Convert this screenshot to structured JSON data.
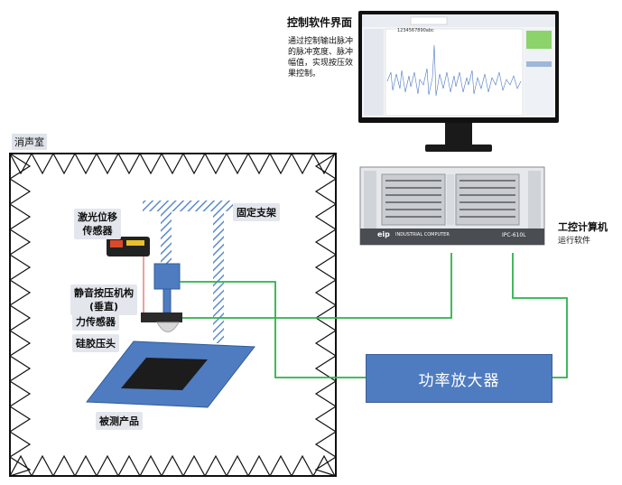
{
  "chamber": {
    "label": "消声室"
  },
  "software": {
    "title": "控制软件界面",
    "description": "通过控制输出脉冲的脉冲宽度、脉冲幅值，实现按压效果控制。",
    "toolbar_text": "1234567890abc",
    "colors": {
      "screen_bg": "#f4f6f8",
      "plot_line": "#4a78c4",
      "green_panel": "#8bd36a"
    }
  },
  "computer": {
    "brand": "eip",
    "model_text": "INDUSTRIAL COMPUTER",
    "model_id": "IPC-610L",
    "title": "工控计算机",
    "subtitle": "运行软件"
  },
  "components": {
    "laser_sensor": [
      "激光位移",
      "传感器"
    ],
    "bracket": "固定支架",
    "press_mechanism": [
      "静音按压机构",
      "(垂直)"
    ],
    "force_sensor": "力传感器",
    "silicone_head": "硅胶压头",
    "product": "被测产品"
  },
  "amplifier": {
    "label": "功率放大器"
  },
  "colors": {
    "wire": "#2bb34a",
    "amp_fill": "#4f7cc0",
    "product_fill": "#4f7cc0",
    "bracket": "#5b8ccc"
  }
}
